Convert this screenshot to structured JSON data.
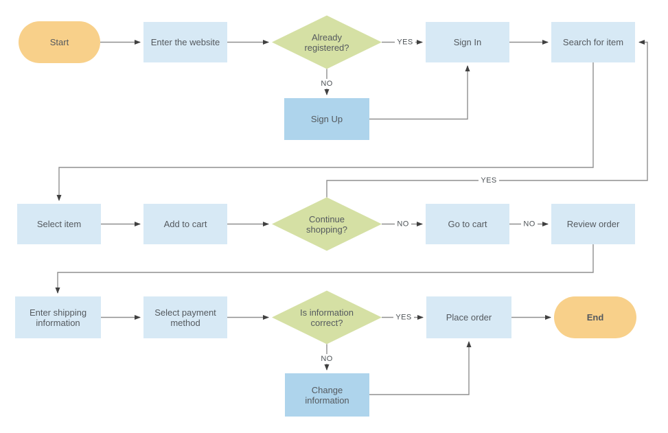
{
  "colors": {
    "process": "#d7e9f5",
    "process_alt": "#aed4ec",
    "decision": "#d5e0a4",
    "terminator": "#f8d08a",
    "connector": "#8f8f8f",
    "arrowhead": "#404040",
    "text": "#54595e",
    "label_text": "#4e5357"
  },
  "labels": {
    "yes": "YES",
    "no": "NO"
  },
  "nodes": {
    "start": {
      "type": "terminator",
      "lines": [
        "Start"
      ]
    },
    "enter_website": {
      "type": "process",
      "lines": [
        "Enter the website"
      ]
    },
    "already_registered": {
      "type": "decision",
      "lines": [
        "Already",
        "registered?"
      ]
    },
    "sign_in": {
      "type": "process",
      "lines": [
        "Sign In"
      ]
    },
    "sign_up": {
      "type": "process",
      "lines": [
        "Sign Up"
      ]
    },
    "search_item": {
      "type": "process",
      "lines": [
        "Search for item"
      ]
    },
    "select_item": {
      "type": "process",
      "lines": [
        "Select item"
      ]
    },
    "add_to_cart": {
      "type": "process",
      "lines": [
        "Add to cart"
      ]
    },
    "continue_shopping": {
      "type": "decision",
      "lines": [
        "Continue",
        "shopping?"
      ]
    },
    "go_to_cart": {
      "type": "process",
      "lines": [
        "Go to cart"
      ]
    },
    "review_order": {
      "type": "process",
      "lines": [
        "Review order"
      ]
    },
    "enter_shipping": {
      "type": "process",
      "lines": [
        "Enter shipping",
        "information"
      ]
    },
    "select_payment": {
      "type": "process",
      "lines": [
        "Select payment",
        "method"
      ]
    },
    "is_info_correct": {
      "type": "decision",
      "lines": [
        "Is information",
        "correct?"
      ]
    },
    "place_order": {
      "type": "process",
      "lines": [
        "Place order"
      ]
    },
    "change_info": {
      "type": "process",
      "lines": [
        "Change",
        "information"
      ]
    },
    "end": {
      "type": "terminator",
      "lines": [
        "End"
      ]
    }
  }
}
